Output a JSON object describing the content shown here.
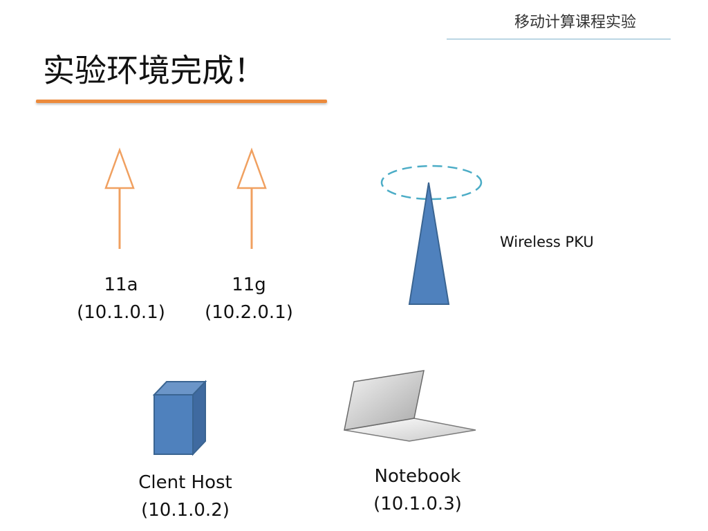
{
  "header": {
    "course_title": "移动计算课程实验"
  },
  "slide": {
    "title": "实验环境完成！"
  },
  "nodes": {
    "ap_11a": {
      "name": "11a",
      "ip": "(10.1.0.1)"
    },
    "ap_11g": {
      "name": "11g",
      "ip": "(10.2.0.1)"
    },
    "wireless": {
      "name": "Wireless PKU"
    },
    "client_host": {
      "name": "Clent Host",
      "ip": "(10.1.0.2)"
    },
    "notebook": {
      "name": "Notebook",
      "ip": "(10.1.0.3)"
    }
  },
  "colors": {
    "accent_orange": "#ec8a3c",
    "arrow_orange": "#f0a060",
    "device_blue": "#4f81bd",
    "signal_ring": "#4bacc6",
    "header_rule": "#7fb2cc"
  },
  "icons": {
    "ap_11a": "up-arrow-icon",
    "ap_11g": "up-arrow-icon",
    "wireless": "antenna-tower-icon",
    "client_host": "server-box-icon",
    "notebook": "laptop-icon"
  }
}
